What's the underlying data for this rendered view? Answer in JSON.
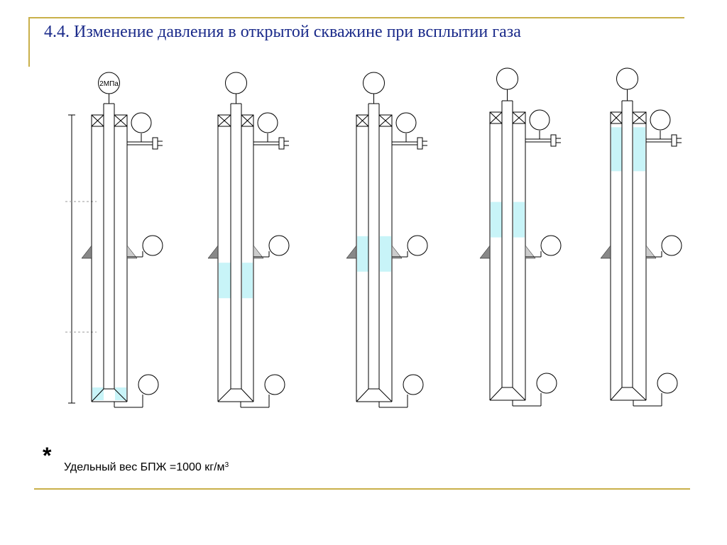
{
  "slide": {
    "title": "4.4. Изменение давления в открытой скважине при всплытии газа",
    "accent_color": "#c9b04a",
    "title_color": "#1a2a8a"
  },
  "diagram": {
    "line_color": "#000000",
    "gas_color": "#c8f4f8",
    "gauge_label": "2МПа",
    "wells": [
      {
        "name": "well-1",
        "gas_level": 1.0,
        "top_gauge_label": true
      },
      {
        "name": "well-2",
        "gas_level": 0.53,
        "top_gauge_label": false
      },
      {
        "name": "well-3",
        "gas_level": 0.43,
        "top_gauge_label": false
      },
      {
        "name": "well-4",
        "gas_level": 0.31,
        "top_gauge_label": false
      },
      {
        "name": "well-5",
        "gas_level": 0.03,
        "top_gauge_label": false
      }
    ]
  },
  "footnote": {
    "star": "*",
    "text": "Удельный вес БПЖ =1000 кг/м",
    "unit_superscript": "3"
  }
}
